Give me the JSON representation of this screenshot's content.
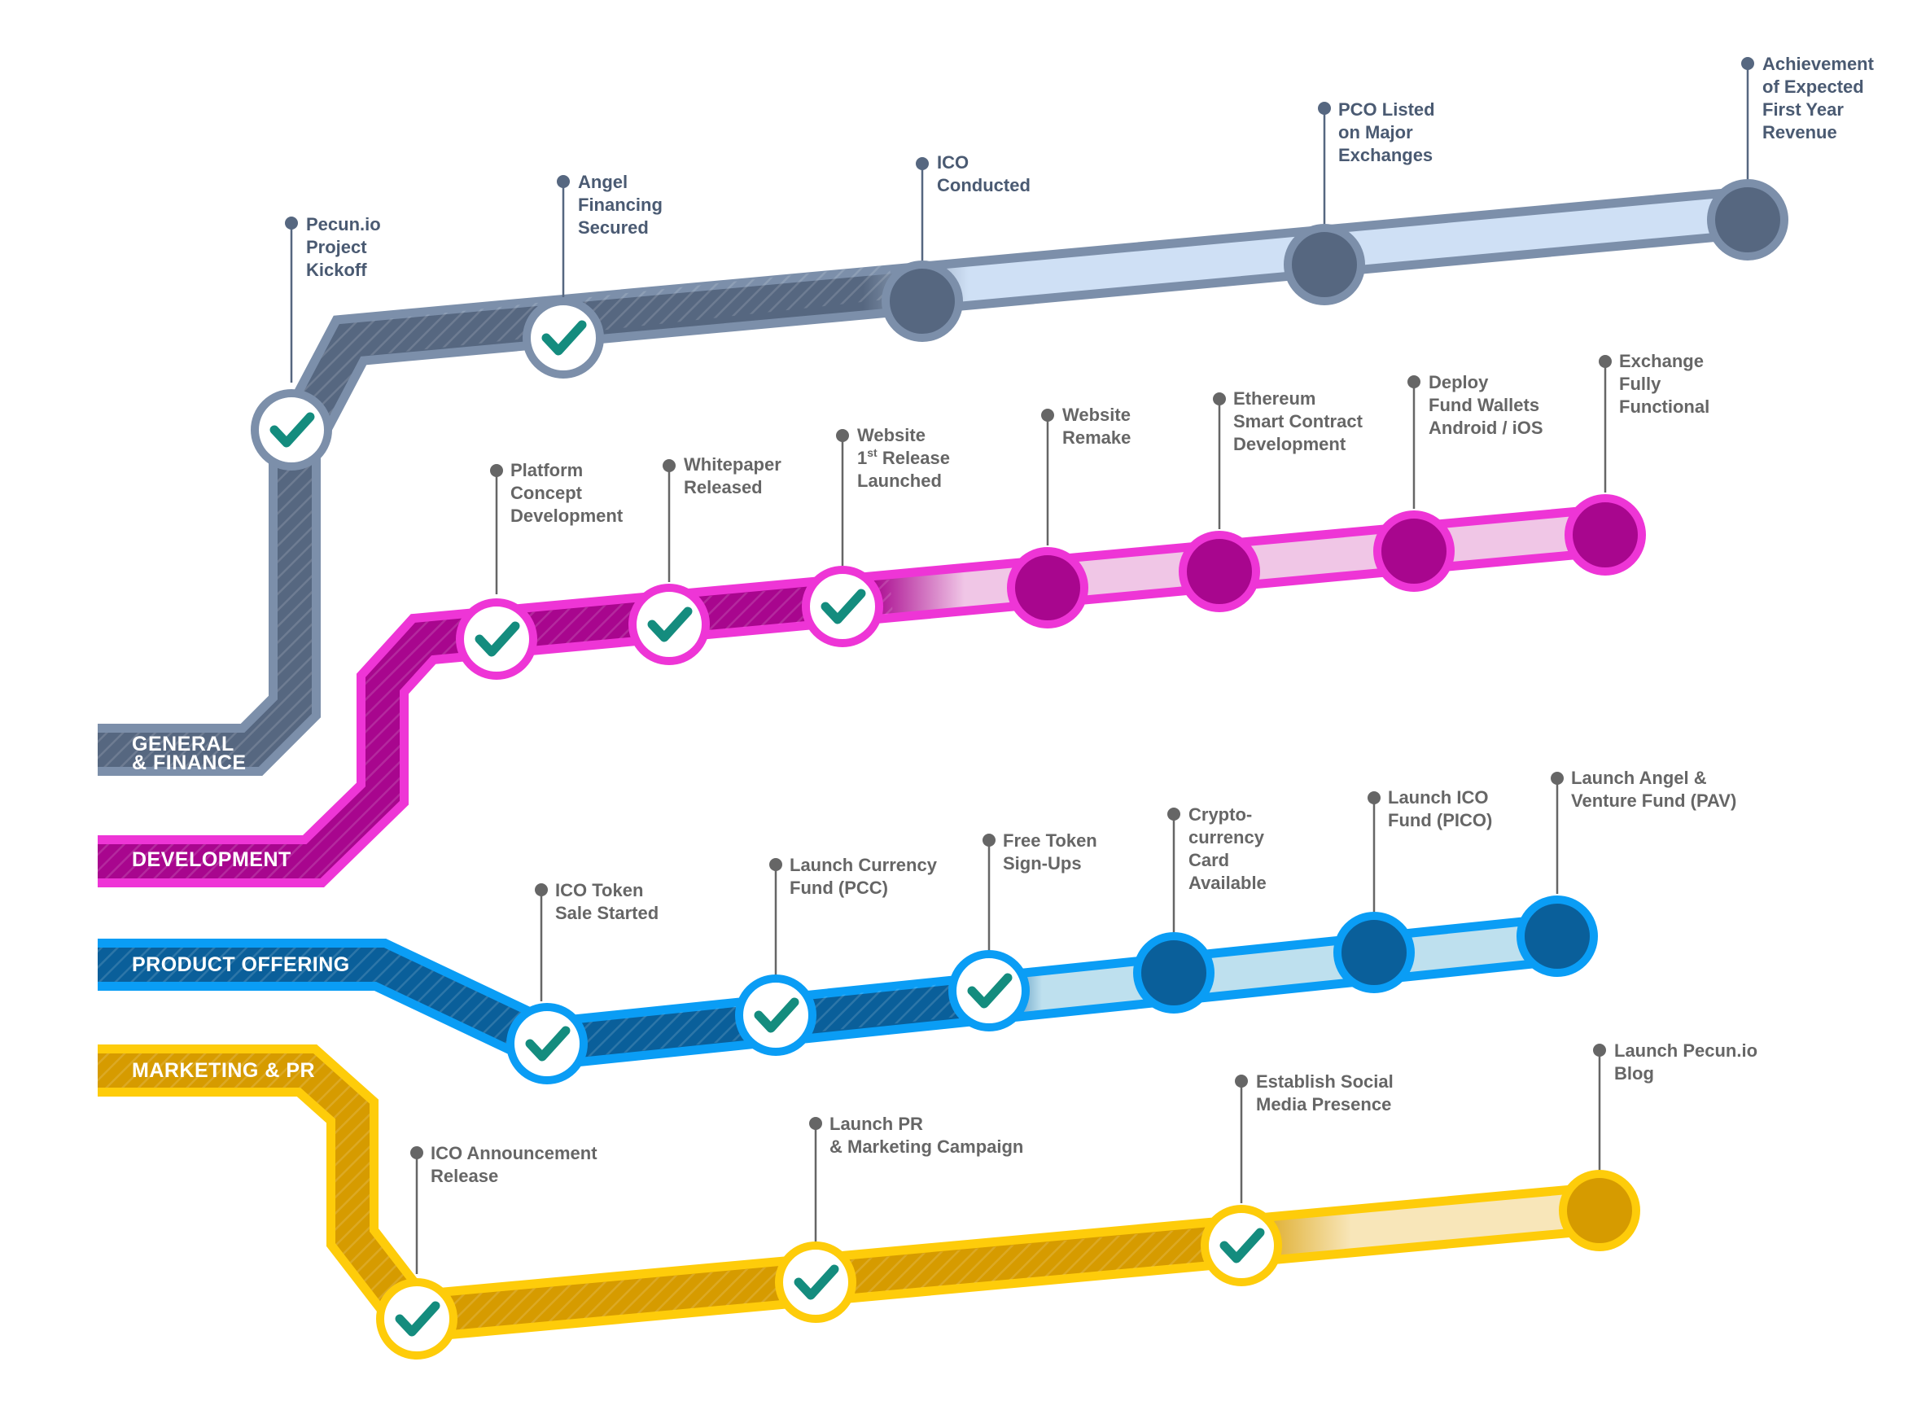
{
  "colors": {
    "general": {
      "border": "#7C8FAA",
      "dark": "#566780",
      "light": "#CFE0F5",
      "text": "#4A5A72"
    },
    "development": {
      "border": "#EE35D6",
      "dark": "#A8068E",
      "light": "#F0C6E6",
      "text": "#666666"
    },
    "product": {
      "border": "#0A9DF5",
      "dark": "#0A5F9A",
      "light": "#BEE0EE",
      "text": "#666666"
    },
    "marketing": {
      "border": "#FECC0A",
      "dark": "#D69B00",
      "light": "#F8E6B9",
      "text": "#666666"
    },
    "check": "#148C7E"
  },
  "tracks": {
    "general": {
      "title_line1": "GENERAL",
      "title_line2": "& FINANCE",
      "milestones": [
        {
          "lines": [
            "Pecun.io",
            "Project",
            "Kickoff"
          ],
          "status": "done"
        },
        {
          "lines": [
            "Angel",
            "Financing",
            "Secured"
          ],
          "status": "done"
        },
        {
          "lines": [
            "ICO",
            "Conducted"
          ],
          "status": "pending"
        },
        {
          "lines": [
            "PCO Listed",
            "on Major",
            "Exchanges"
          ],
          "status": "pending"
        },
        {
          "lines": [
            "Achievement",
            "of Expected",
            "First Year",
            "Revenue"
          ],
          "status": "pending"
        }
      ]
    },
    "development": {
      "title": "DEVELOPMENT",
      "milestones": [
        {
          "lines": [
            "Platform",
            "Concept",
            "Development"
          ],
          "status": "done"
        },
        {
          "lines": [
            "Whitepaper",
            "Released"
          ],
          "status": "done"
        },
        {
          "line1": "Website",
          "line2_main": "1",
          "line2_sup": "st",
          "line2_rest": " Release",
          "line3": "Launched",
          "status": "done"
        },
        {
          "lines": [
            "Website",
            "Remake"
          ],
          "status": "pending"
        },
        {
          "lines": [
            "Ethereum",
            "Smart Contract",
            "Development"
          ],
          "status": "pending"
        },
        {
          "lines": [
            "Deploy",
            "Fund Wallets",
            "Android / iOS"
          ],
          "status": "pending"
        },
        {
          "lines": [
            "Exchange",
            "Fully",
            "Functional"
          ],
          "status": "pending"
        }
      ]
    },
    "product": {
      "title": "PRODUCT OFFERING",
      "milestones": [
        {
          "lines": [
            "ICO Token",
            "Sale Started"
          ],
          "status": "done"
        },
        {
          "lines": [
            "Launch Currency",
            "Fund (PCC)"
          ],
          "status": "done"
        },
        {
          "lines": [
            "Free Token",
            "Sign-Ups"
          ],
          "status": "done"
        },
        {
          "lines": [
            "Crypto-",
            "currency",
            "Card",
            "Available"
          ],
          "status": "pending"
        },
        {
          "lines": [
            "Launch ICO",
            "Fund (PICO)"
          ],
          "status": "pending"
        },
        {
          "lines": [
            "Launch Angel &",
            "Venture Fund (PAV)"
          ],
          "status": "pending"
        }
      ]
    },
    "marketing": {
      "title": "MARKETING & PR",
      "milestones": [
        {
          "lines": [
            "ICO Announcement",
            "Release"
          ],
          "status": "done"
        },
        {
          "lines": [
            "Launch PR",
            "& Marketing Campaign"
          ],
          "status": "done"
        },
        {
          "lines": [
            "Establish Social",
            "Media Presence"
          ],
          "status": "done"
        },
        {
          "lines": [
            "Launch Pecun.io",
            "Blog"
          ],
          "status": "pending"
        }
      ]
    }
  }
}
